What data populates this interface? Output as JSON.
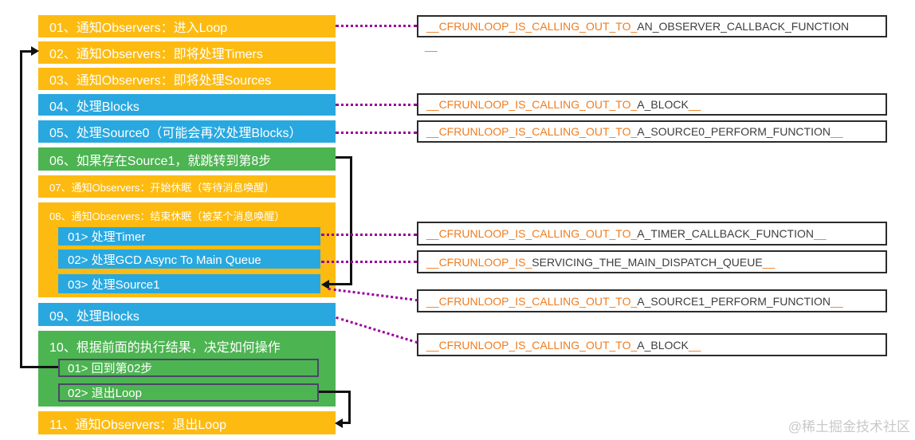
{
  "left": {
    "boxes": [
      {
        "label": "01、通知Observers：进入Loop"
      },
      {
        "label": "02、通知Observers：即将处理Timers"
      },
      {
        "label": "03、通知Observers：即将处理Sources"
      },
      {
        "label": "04、处理Blocks"
      },
      {
        "label": "05、处理Source0（可能会再次处理Blocks）"
      },
      {
        "label": "06、如果存在Source1，就跳转到第8步"
      },
      {
        "label": "07、通知Observers：开始休眠（等待消息唤醒）"
      },
      {
        "label": "08、通知Observers：结束休眠（被某个消息唤醒）"
      },
      {
        "label": "09、处理Blocks"
      },
      {
        "label": "10、根据前面的执行结果，决定如何操作"
      },
      {
        "label": "11、通知Observers：退出Loop"
      }
    ],
    "wake_substeps": [
      {
        "label": "01> 处理Timer"
      },
      {
        "label": "02> 处理GCD Async To Main Queue"
      },
      {
        "label": "03> 处理Source1"
      }
    ],
    "decision_substeps": [
      {
        "label": "01> 回到第02步"
      },
      {
        "label": "02> 退出Loop"
      }
    ]
  },
  "right": {
    "boxes": [
      {
        "prefix": "__CFRUNLOOP_IS_CALLING_OUT_TO_",
        "main": "AN_OBSERVER_CALLBACK_FUNCTION",
        "suffix": "",
        "overflow": "__"
      },
      {
        "prefix": "__CFRUNLOOP_IS_CALLING_OUT_TO_",
        "main": "A_BLOCK",
        "suffix": "__"
      },
      {
        "prefix": "__CFRUNLOOP_IS_CALLING_OUT_TO_",
        "main": "A_SOURCE0_PERFORM_FUNCTION",
        "suffix": "__"
      },
      {
        "prefix": "__CFRUNLOOP_IS_CALLING_OUT_TO_",
        "main": "A_TIMER_CALLBACK_FUNCTION",
        "suffix": "__"
      },
      {
        "prefix": "__CFRUNLOOP_IS_",
        "main": "SERVICING_THE_MAIN_DISPATCH_QUEUE",
        "suffix": "__"
      },
      {
        "prefix": "__CFRUNLOOP_IS_CALLING_OUT_TO_",
        "main": "A_SOURCE1_PERFORM_FUNCTION",
        "suffix": "__"
      },
      {
        "prefix": "__CFRUNLOOP_IS_CALLING_OUT_TO_",
        "main": "A_BLOCK",
        "suffix": "__"
      }
    ]
  },
  "colors": {
    "observer_step": "#FDBB11",
    "handler_step": "#29A8E0",
    "decision_step": "#4CB451",
    "dotted_connector": "#990099",
    "callback_prefix_text": "#F07C1E",
    "callback_main_text": "#3D3D3D"
  },
  "watermark": "@稀土掘金技术社区"
}
